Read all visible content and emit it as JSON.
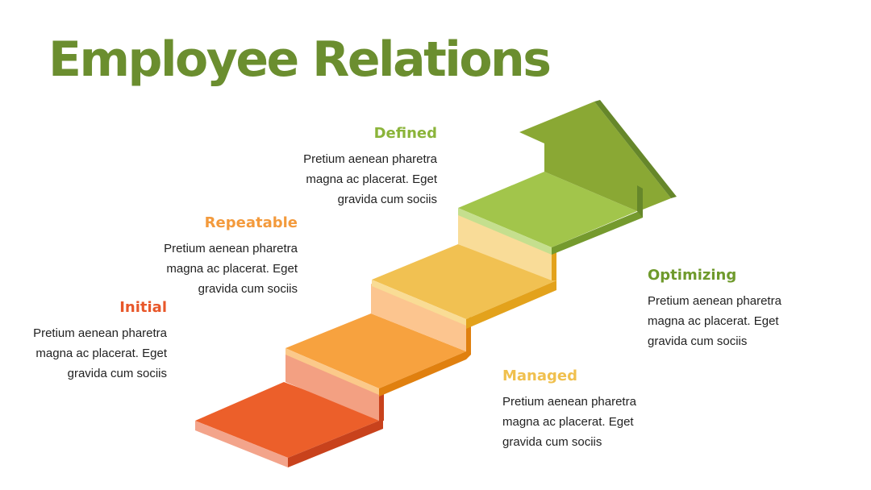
{
  "title": "Employee Relations",
  "colors": {
    "title": "#6b8e2f",
    "initial": "#e8572a",
    "repeatable": "#f39a3c",
    "managed": "#f0c04e",
    "defined": "#8bb43a",
    "optimizing": "#6f9a2c"
  },
  "stages": [
    {
      "id": "initial",
      "label": "Initial",
      "desc": [
        "Pretium aenean pharetra",
        "magna ac placerat. Eget",
        "gravida cum sociis"
      ]
    },
    {
      "id": "repeatable",
      "label": "Repeatable",
      "desc": [
        "Pretium aenean pharetra",
        "magna ac placerat. Eget",
        "gravida cum sociis"
      ]
    },
    {
      "id": "defined",
      "label": "Defined",
      "desc": [
        "Pretium aenean pharetra",
        "magna ac placerat. Eget",
        "gravida cum sociis"
      ]
    },
    {
      "id": "managed",
      "label": "Managed",
      "desc": [
        "Pretium aenean pharetra",
        "magna ac placerat. Eget",
        "gravida cum sociis"
      ]
    },
    {
      "id": "optimizing",
      "label": "Optimizing",
      "desc": [
        "Pretium aenean pharetra",
        "magna ac placerat. Eget",
        "gravida cum sociis"
      ]
    }
  ]
}
